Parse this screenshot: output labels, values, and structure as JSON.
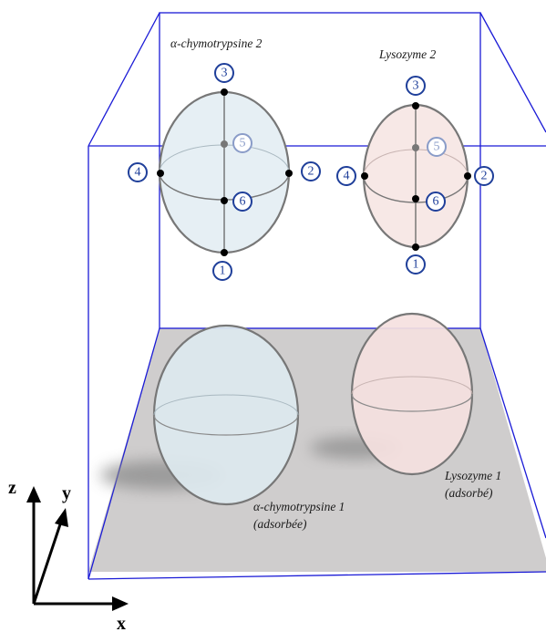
{
  "proteins": {
    "chymo2": {
      "label": "α-chymotrypsine 2"
    },
    "lyso2": {
      "label": "Lysozyme 2"
    },
    "chymo1": {
      "line1": "α-chymotrypsine 1",
      "line2": "(adsorbée)"
    },
    "lyso1": {
      "line1": "Lysozyme 1",
      "line2": "(adsorbé)"
    }
  },
  "markers": {
    "chymo": [
      "1",
      "2",
      "3",
      "4",
      "5",
      "6"
    ],
    "lyso": [
      "1",
      "2",
      "3",
      "4",
      "5",
      "6"
    ]
  },
  "axes": {
    "x": "x",
    "y": "y",
    "z": "z"
  },
  "colors": {
    "frame": "#1a1ad6",
    "floor": "#cfcdcd",
    "chymo_fill": "#dde9ef",
    "lyso_fill": "#f5e1df",
    "ellipsoid_stroke": "#777777",
    "marker_stroke": "#1f3f9a"
  }
}
